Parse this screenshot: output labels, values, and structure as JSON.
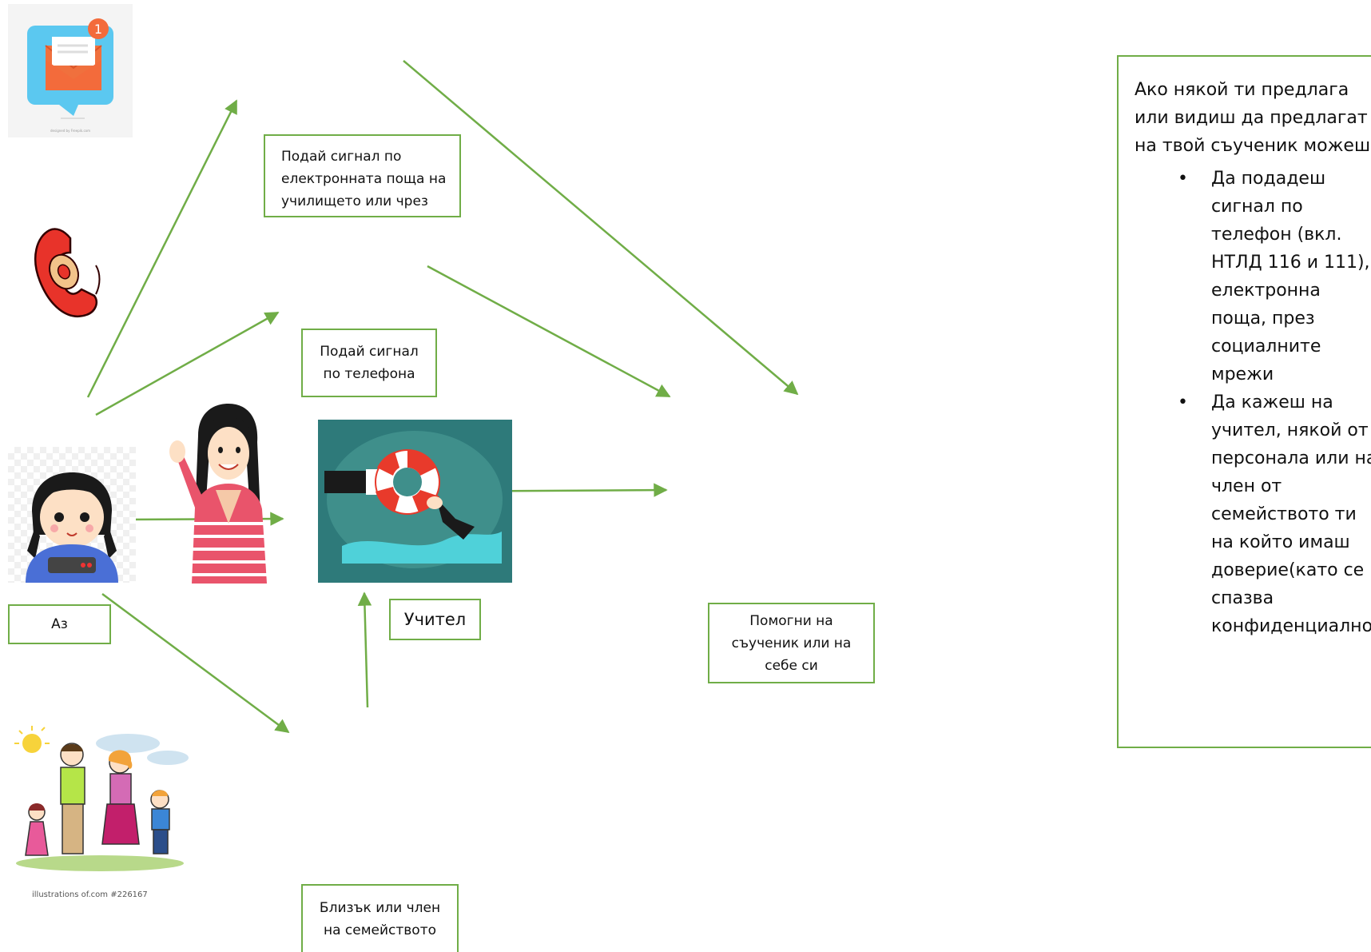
{
  "boxes": {
    "email_signal": "Подай сигнал по електронната поща на училището  или чрез",
    "phone_signal": "Подай сигнал по телефона",
    "me": "Аз",
    "teacher": "Учител",
    "help": "Помогни на съученик или на себе си",
    "family": "Близък или член на семейството"
  },
  "info": {
    "intro": "Ако някой ти предлага или видиш да предлагат на твой съученик можеш:",
    "bullet_symbol": "•",
    "items": [
      "Да подадеш сигнал по телефон (вкл. НТЛД 116 и 111), електронна поща, през социалните мрежи",
      "Да кажеш на учител, някой от персонала или на член от семейството ти на който имаш доверие(като се спазва конфиденциалност)"
    ]
  },
  "images": {
    "email_badge": "1",
    "email_credit": "designed by Freepik.com",
    "family_credit": "illustrations of.com    #226167"
  },
  "colors": {
    "accent": "#70ad47",
    "email_bg": "#5bc8f0",
    "email_badge": "#f36b3b",
    "lifebuoy_bg": "#2e7a7a"
  }
}
